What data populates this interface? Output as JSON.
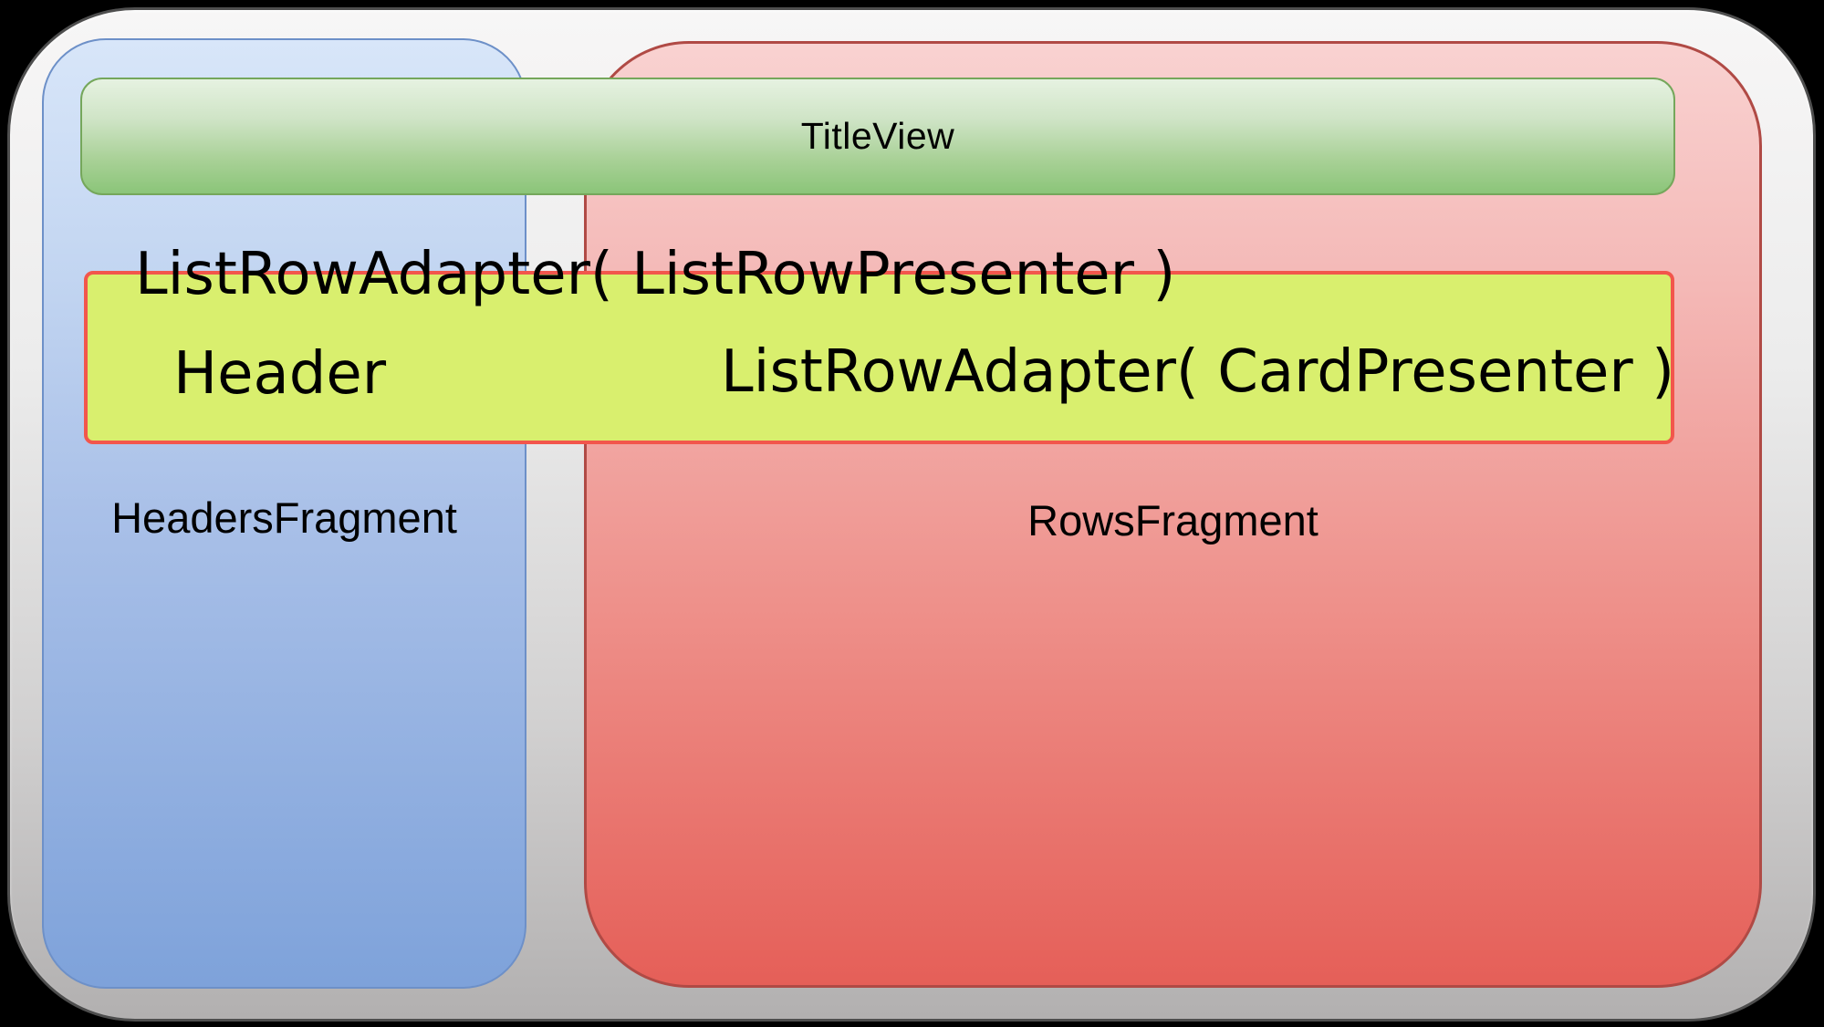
{
  "diagram": {
    "description": "Android TV Leanback BrowseFragment layout diagram",
    "texts": {
      "title_view": "TitleView",
      "list_row_adapter_presenter": "ListRowAdapter( ListRowPresenter )",
      "header": "Header",
      "list_row_adapter_card": "ListRowAdapter( CardPresenter )",
      "headers_fragment": "HeadersFragment",
      "rows_fragment": "RowsFragment"
    },
    "colors": {
      "background": "#000000",
      "screen_top": "#f7f6f6",
      "screen_bottom": "#b2b0b0",
      "screen_border": "#4e4e4e",
      "headers_fragment_top": "#d8e6f9",
      "headers_fragment_bottom": "#7ea2da",
      "headers_fragment_border": "#6d90c8",
      "rows_fragment_top": "#f9d2d1",
      "rows_fragment_bottom": "#e55f58",
      "rows_fragment_border": "#b04a45",
      "title_view_top": "#e6f2e1",
      "title_view_bottom": "#8bc579",
      "title_view_border": "#75a75b",
      "listrow_box_fill": "#d9ef6e",
      "listrow_box_border": "#f2564c",
      "text": "#000000"
    }
  }
}
